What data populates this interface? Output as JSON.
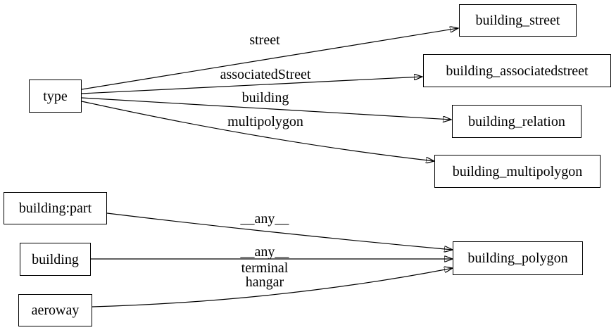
{
  "diagram": {
    "type": "directed-graph",
    "nodes": [
      {
        "id": "type",
        "label": "type"
      },
      {
        "id": "building_street",
        "label": "building_street"
      },
      {
        "id": "building_associatedstreet",
        "label": "building_associatedstreet"
      },
      {
        "id": "building_relation",
        "label": "building_relation"
      },
      {
        "id": "building_multipolygon",
        "label": "building_multipolygon"
      },
      {
        "id": "building:part",
        "label": "building:part"
      },
      {
        "id": "building",
        "label": "building"
      },
      {
        "id": "aeroway",
        "label": "aeroway"
      },
      {
        "id": "building_polygon",
        "label": "building_polygon"
      }
    ],
    "edges": [
      {
        "from": "type",
        "to": "building_street",
        "label": "street"
      },
      {
        "from": "type",
        "to": "building_associatedstreet",
        "label": "associatedStreet"
      },
      {
        "from": "type",
        "to": "building_relation",
        "label": "building"
      },
      {
        "from": "type",
        "to": "building_multipolygon",
        "label": "multipolygon"
      },
      {
        "from": "building:part",
        "to": "building_polygon",
        "label": "__any__"
      },
      {
        "from": "building",
        "to": "building_polygon",
        "label": "__any__"
      },
      {
        "from": "aeroway",
        "to": "building_polygon",
        "label_lines": [
          "terminal",
          "hangar"
        ]
      }
    ],
    "colors": {
      "background": "#ffffff",
      "node_border": "#000000",
      "edge": "#000000",
      "text": "#000000"
    }
  }
}
